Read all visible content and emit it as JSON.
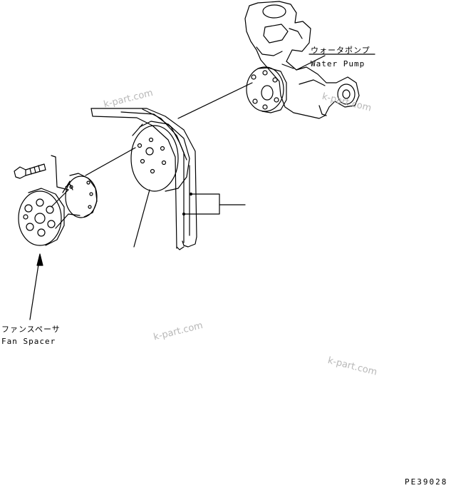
{
  "labels": {
    "water_pump_jp": "ウォータポンプ",
    "water_pump_en": "Water Pump",
    "fan_spacer_jp": "ファンスペーサ",
    "fan_spacer_en": "Fan Spacer",
    "drawing_code": "PE39028"
  },
  "watermarks": [
    "k-part.com",
    "k-part.com",
    "k-part.com",
    "k-part.com"
  ],
  "colors": {
    "line": "#000000",
    "watermark": "#b8b8b8",
    "background": "#ffffff"
  }
}
